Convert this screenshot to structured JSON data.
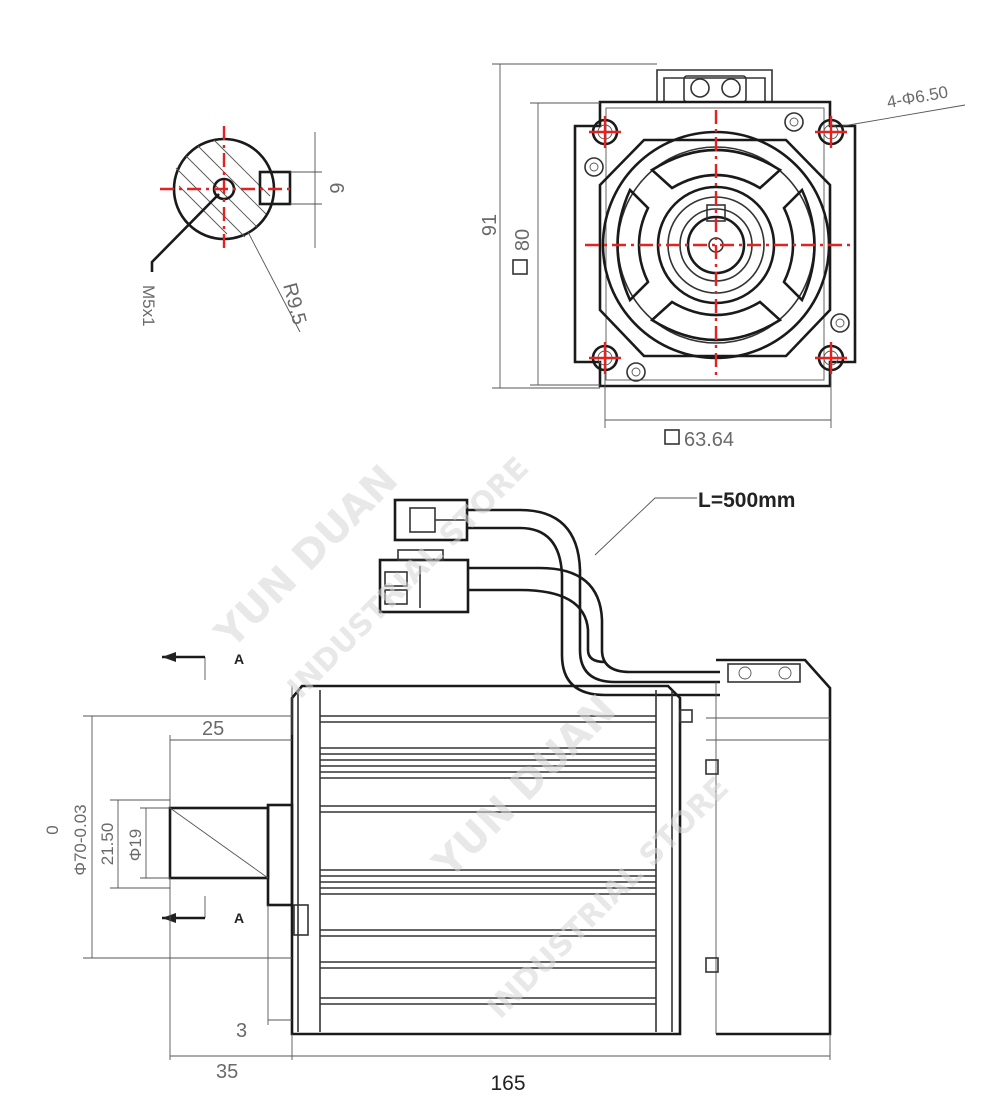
{
  "flange_view": {
    "dim_height_outer": "91",
    "dim_height_inner": "80",
    "dim_width": "63.64",
    "dim_holes": "4-Φ6.50"
  },
  "shaft_section": {
    "dim_key": "6",
    "dim_radius": "R9.5",
    "dim_thread": "M5x1"
  },
  "side_view": {
    "cable_length": "L=500mm",
    "section_mark": "A",
    "dim_shaft_length": "25",
    "dim_shaft_dia": "Φ19",
    "dim_step_dia": "21.50",
    "dim_pilot_dia": "Φ70-0.03",
    "dim_pilot_tol": "0",
    "dim_pilot_depth": "3",
    "dim_shaft_total": "35",
    "dim_body_length": "165"
  },
  "watermark": {
    "line1": "YUN DUAN",
    "line2": "INDUSTRIAL STORE"
  }
}
